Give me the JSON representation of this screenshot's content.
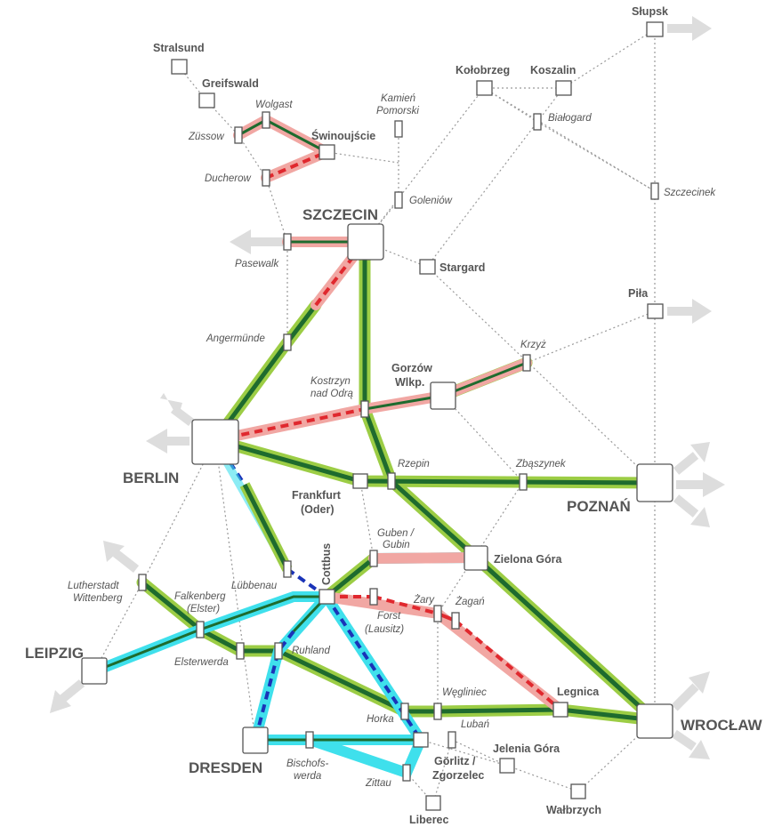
{
  "colors": {
    "dark_green": "#1e6b2e",
    "light_green": "#9ccd45",
    "cyan": "#3fe0ec",
    "blue": "#1a33b8",
    "pink": "#f1a7a3",
    "red": "#e0282e",
    "dotted": "#9a9a9a",
    "arrow": "#dddddd"
  },
  "cities": {
    "berlin": "BERLIN",
    "szczecin": "SZCZECIN",
    "poznan": "POZNAŃ",
    "wroclaw": "WROCŁAW",
    "leipzig": "LEIPZIG",
    "dresden": "DRESDEN"
  },
  "stations": {
    "slupsk": "Słupsk",
    "stralsund": "Stralsund",
    "greifswald": "Greifswald",
    "kolobrzeg": "Kołobrzeg",
    "koszalin": "Koszalin",
    "swinoujscie": "Świnoujście",
    "stargard": "Stargard",
    "pila": "Piła",
    "gorzow_1": "Gorzów",
    "gorzow_2": "Wlkp.",
    "frankfurt_1": "Frankfurt",
    "frankfurt_2": "(Oder)",
    "cottbus": "Cottbus",
    "zielona_gora": "Zielona Góra",
    "legnica": "Legnica",
    "jelenia_gora": "Jelenia Góra",
    "gorlitz_1": "Görlitz /",
    "gorlitz_2": "Zgorzelec",
    "liberec": "Liberec",
    "walbrzych": "Wałbrzych"
  },
  "minor": {
    "wolgast": "Wolgast",
    "zussow": "Züssow",
    "ducherow": "Ducherow",
    "kamien_1": "Kamień",
    "kamien_2": "Pomorski",
    "bialogard": "Białogard",
    "szczecinek": "Szczecinek",
    "goleniow": "Goleniów",
    "pasewalk": "Pasewalk",
    "angermunde": "Angermünde",
    "krzyz": "Krzyż",
    "kostrzyn_1": "Kostrzyn",
    "kostrzyn_2": "nad Odrą",
    "rzepin": "Rzepin",
    "zbaszynek": "Zbąszynek",
    "guben_1": "Guben /",
    "guben_2": "Gubin",
    "lubbenau": "Lübbenau",
    "wittenberg_1": "Lutherstadt",
    "wittenberg_2": "Wittenberg",
    "falkenberg_1": "Falkenberg",
    "falkenberg_2": "(Elster)",
    "elsterwerda": "Elsterwerda",
    "ruhland": "Ruhland",
    "forst_1": "Forst",
    "forst_2": "(Lausitz)",
    "zary": "Żary",
    "zagan": "Żagań",
    "wegliniec": "Węgliniec",
    "horka": "Horka",
    "luban": "Lubań",
    "bischofswerda_1": "Bischofs-",
    "bischofswerda_2": "werda",
    "zittau": "Zittau"
  }
}
